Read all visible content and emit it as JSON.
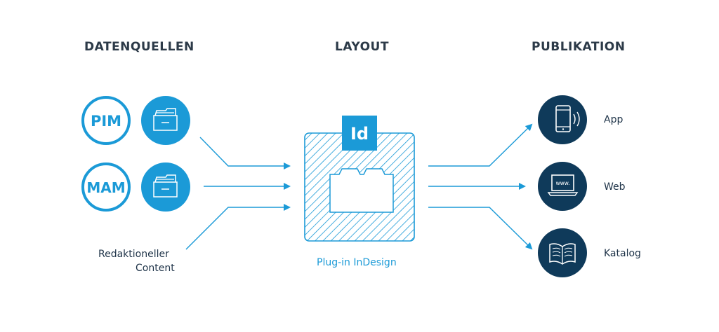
{
  "headings": {
    "sources": "DATENQUELLEN",
    "layout": "LAYOUT",
    "publication": "PUBLIKATION"
  },
  "sources": {
    "pim": {
      "badge": "PIM",
      "icon": "folder-icon"
    },
    "mam": {
      "badge": "MAM",
      "icon": "folder-icon"
    },
    "editorial": {
      "line1": "Redaktioneller",
      "line2": "Content"
    }
  },
  "layout": {
    "badge": "Id",
    "caption": "Plug-in InDesign",
    "icon": "page-layout-icon"
  },
  "outputs": [
    {
      "label": "App",
      "icon": "smartphone-icon"
    },
    {
      "label": "Web",
      "icon": "laptop-icon",
      "screen_text": "www."
    },
    {
      "label": "Katalog",
      "icon": "book-icon"
    }
  ],
  "colors": {
    "accent": "#1b9ad7",
    "dark": "#0f3a5a",
    "text": "#2c3a48"
  }
}
